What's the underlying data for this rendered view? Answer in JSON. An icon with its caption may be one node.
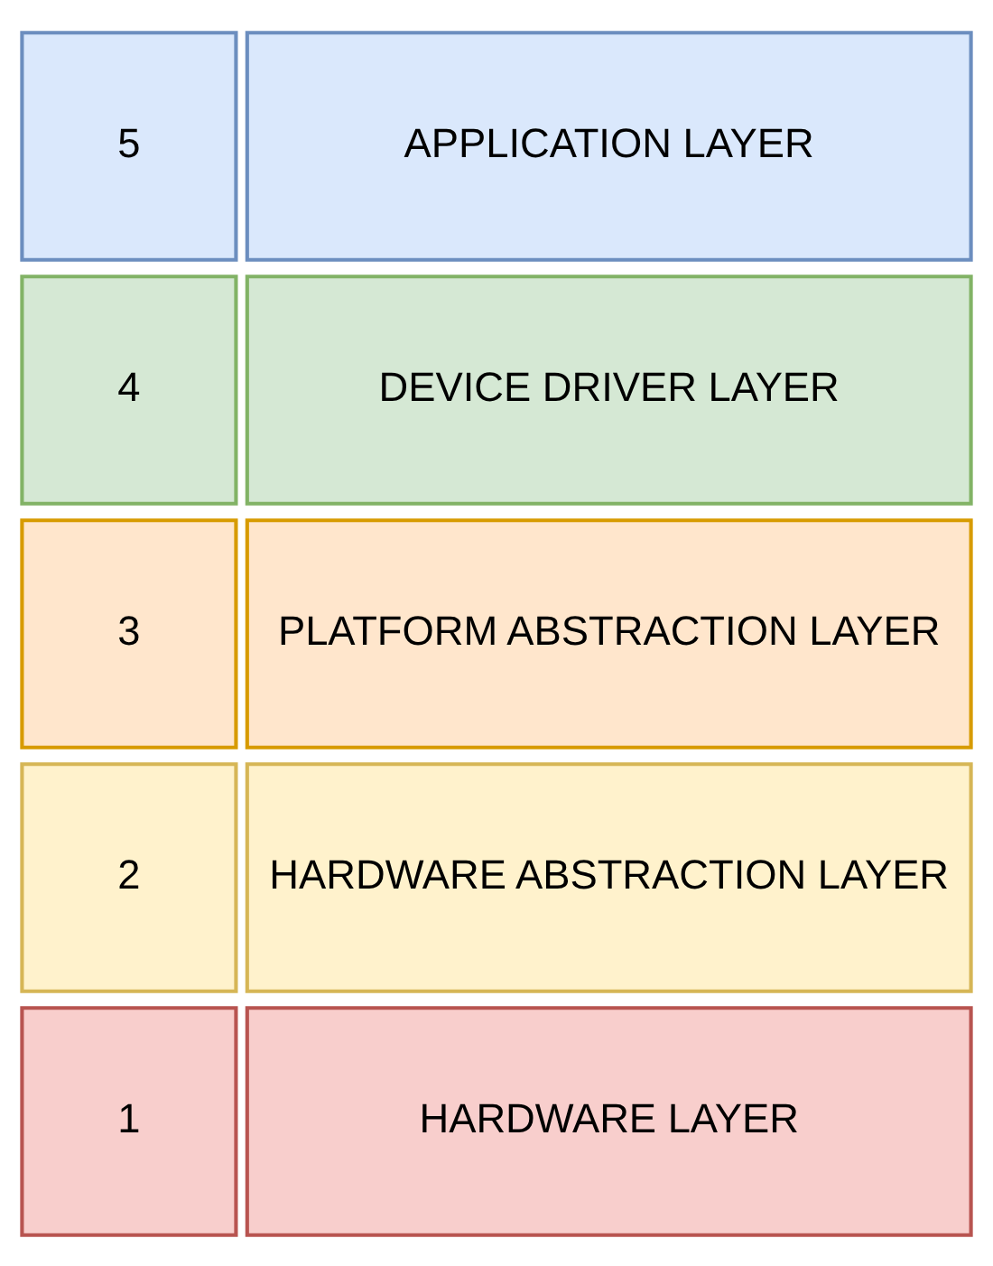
{
  "diagram": {
    "nodes": [
      {
        "text": [
          "5"
        ]
      },
      {
        "text": [
          "APPLICATION LAYER"
        ]
      },
      {
        "text": [
          "4"
        ]
      },
      {
        "text": [
          "DEVICE DRIVER LAYER"
        ]
      },
      {
        "text": [
          "3"
        ]
      },
      {
        "text": [
          "PLATFORM ABSTRACTION LAYER"
        ]
      },
      {
        "text": [
          "2"
        ]
      },
      {
        "text": [
          "HARDWARE ABSTRACTION LAYER"
        ]
      },
      {
        "text": [
          "1"
        ]
      },
      {
        "text": [
          "HARDWARE LAYER"
        ]
      }
    ]
  }
}
